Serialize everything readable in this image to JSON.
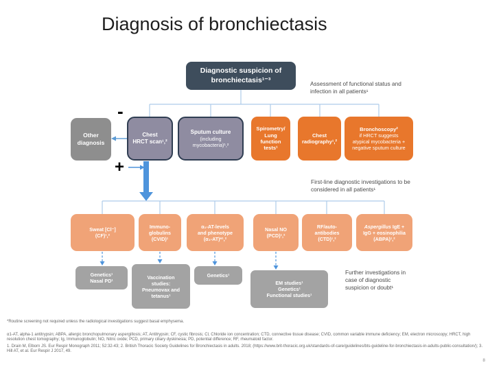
{
  "slide": {
    "title": "Diagnosis of bronchiectasis",
    "page_number": "8"
  },
  "colors": {
    "dark_navy": "#3E4D5C",
    "purple_fill": "#8F8CA1",
    "purple_border": "#2F3D52",
    "orange": "#E8772C",
    "peach": "#F0A377",
    "gray_box": "#8E8E8E",
    "gray_box_light": "#A3A3A3",
    "connector_blue": "#AECBEA",
    "arrow_blue": "#4E94DC"
  },
  "flowchart": {
    "root": {
      "label": "Diagnostic suspicion of\nbronchiectasis¹⁻³"
    },
    "signs": {
      "minus": "-",
      "plus": "+"
    },
    "other_diagnosis": {
      "label": "Other\ndiagnosis"
    },
    "row2": {
      "chest_hrct": {
        "label": "Chest\nHRCT scan¹,²"
      },
      "sputum": {
        "label_main": "Sputum culture",
        "label_sub": "(including\nmycobacteria)¹,²"
      },
      "spirometry": {
        "label": "Spirometry/\nLung\nfunction\ntests¹"
      },
      "chest_radiography": {
        "label": "Chest\nradiography¹,²"
      },
      "bronchoscopy": {
        "label_main": "Bronchoscopy²",
        "label_sub": "if HRCT suggests\natypical mycobacteria +\nnegative sputum culture"
      }
    },
    "row3": {
      "sweat": {
        "label": "Sweat [Cl⁻]\n(CF)¹,²"
      },
      "immunoglobulins": {
        "label": "Immuno-\nglobulins\n(CVID)¹"
      },
      "a1_at": {
        "label": "α₁-AT-levels\nand phenotype\n(α₁-AT)*¹,²"
      },
      "nasal_no": {
        "label": "Nasal NO\n(PCD)¹,²"
      },
      "rf_autoantibodies": {
        "label": "RF/auto-\nantibodies\n(CTD)¹,²"
      },
      "aspergillus": {
        "label_italic": "Aspergillus",
        "label_rest": " IgE +\nIgG + eosinophilia\n(ABPA)¹,²"
      }
    },
    "row4": {
      "genetics_nasal_pd": {
        "label": "Genetics¹\nNasal PD¹"
      },
      "vaccination": {
        "label": "Vaccination\nstudies:\nPneumovax and\ntetanus¹"
      },
      "genetics": {
        "label": "Genetics¹"
      },
      "em_studies": {
        "label": "EM studies¹\nGenetics¹\nFunctional studies¹"
      }
    },
    "annotations": {
      "assessment": "Assessment of functional status and\ninfection in all patients¹",
      "first_line": "First-line diagnostic investigations to be\nconsidered in all patients¹",
      "further": "Further investigations in\ncase of diagnostic\nsuspicion or doubt¹"
    }
  },
  "footnotes": {
    "note": "*Routine screening not required unless the radiological investigations suggest basal emphysema.",
    "abbreviations": "α1-AT, alpha-1 antitrypsin; ABPA, allergic bronchopulmonary aspergillosis; AT, Antitrypsin; CF, cystic fibrosis; Cl, Chloride ion concentration; CTD, connective tissue disease; CVID, common variable immune deficiency; EM, electron microscopy; HRCT, high resolution chest tomography; Ig, Immunoglobulin; NO, Nitric oxide; PCD, primary ciliary dyskinesia; PD, potential difference; RF, rheumatoid factor.",
    "references": "1. Drain M, Elborn JS. Eur Respir Monograph 2011; 52:32-43; 2. British Thoracic Society Guidelines for Bronchiectasis in adults. 2018; (https://www.brit-thoracic.org.uk/standards-of-care/guidelines/bts-guideline-for-bronchiectasis-in-adults-public-consultation/); 3. Hill AT, et al. Eur Respir J 2017, 49."
  }
}
